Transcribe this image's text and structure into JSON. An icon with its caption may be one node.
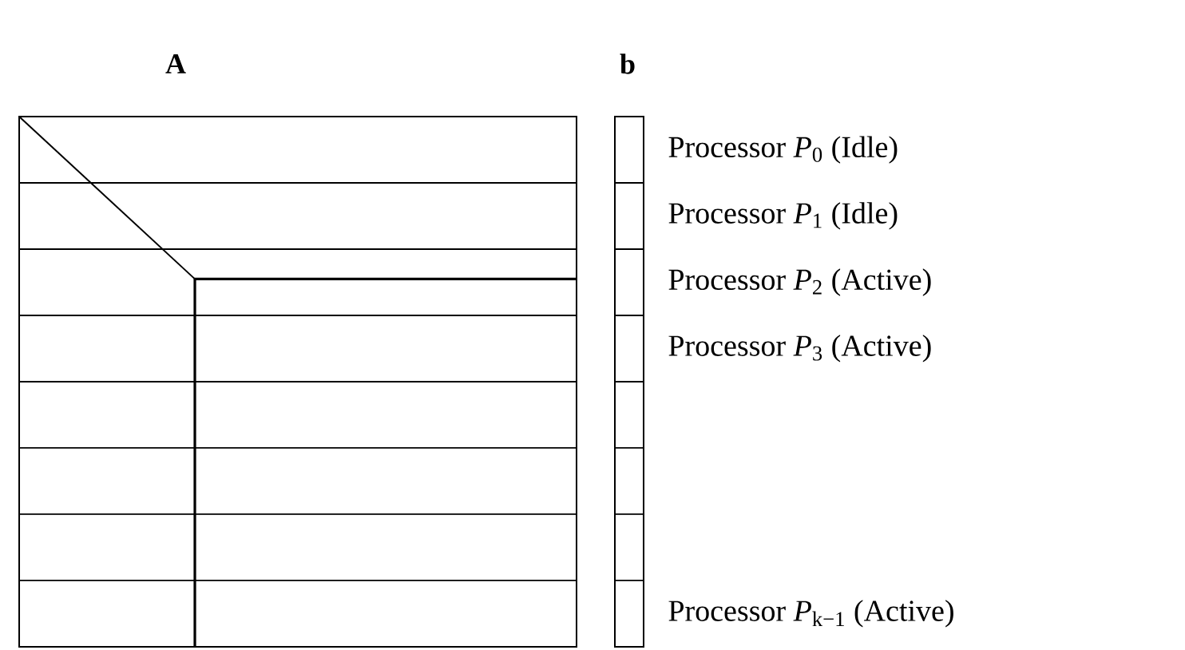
{
  "diagram": {
    "nodes": [
      {
        "text": [
          "**A**"
        ]
      },
      {
        "text": [
          "**b**"
        ]
      }
    ],
    "labels": [
      "Processor *P*$_{0}$ (Idle)",
      "Processor *P*$_{1}$ (Idle)",
      "Processor *P*$_{2}$ (Active)",
      "Processor *P*$_{3}$ (Active)",
      "Processor *P*$_{k−1}$ (Active)"
    ]
  }
}
